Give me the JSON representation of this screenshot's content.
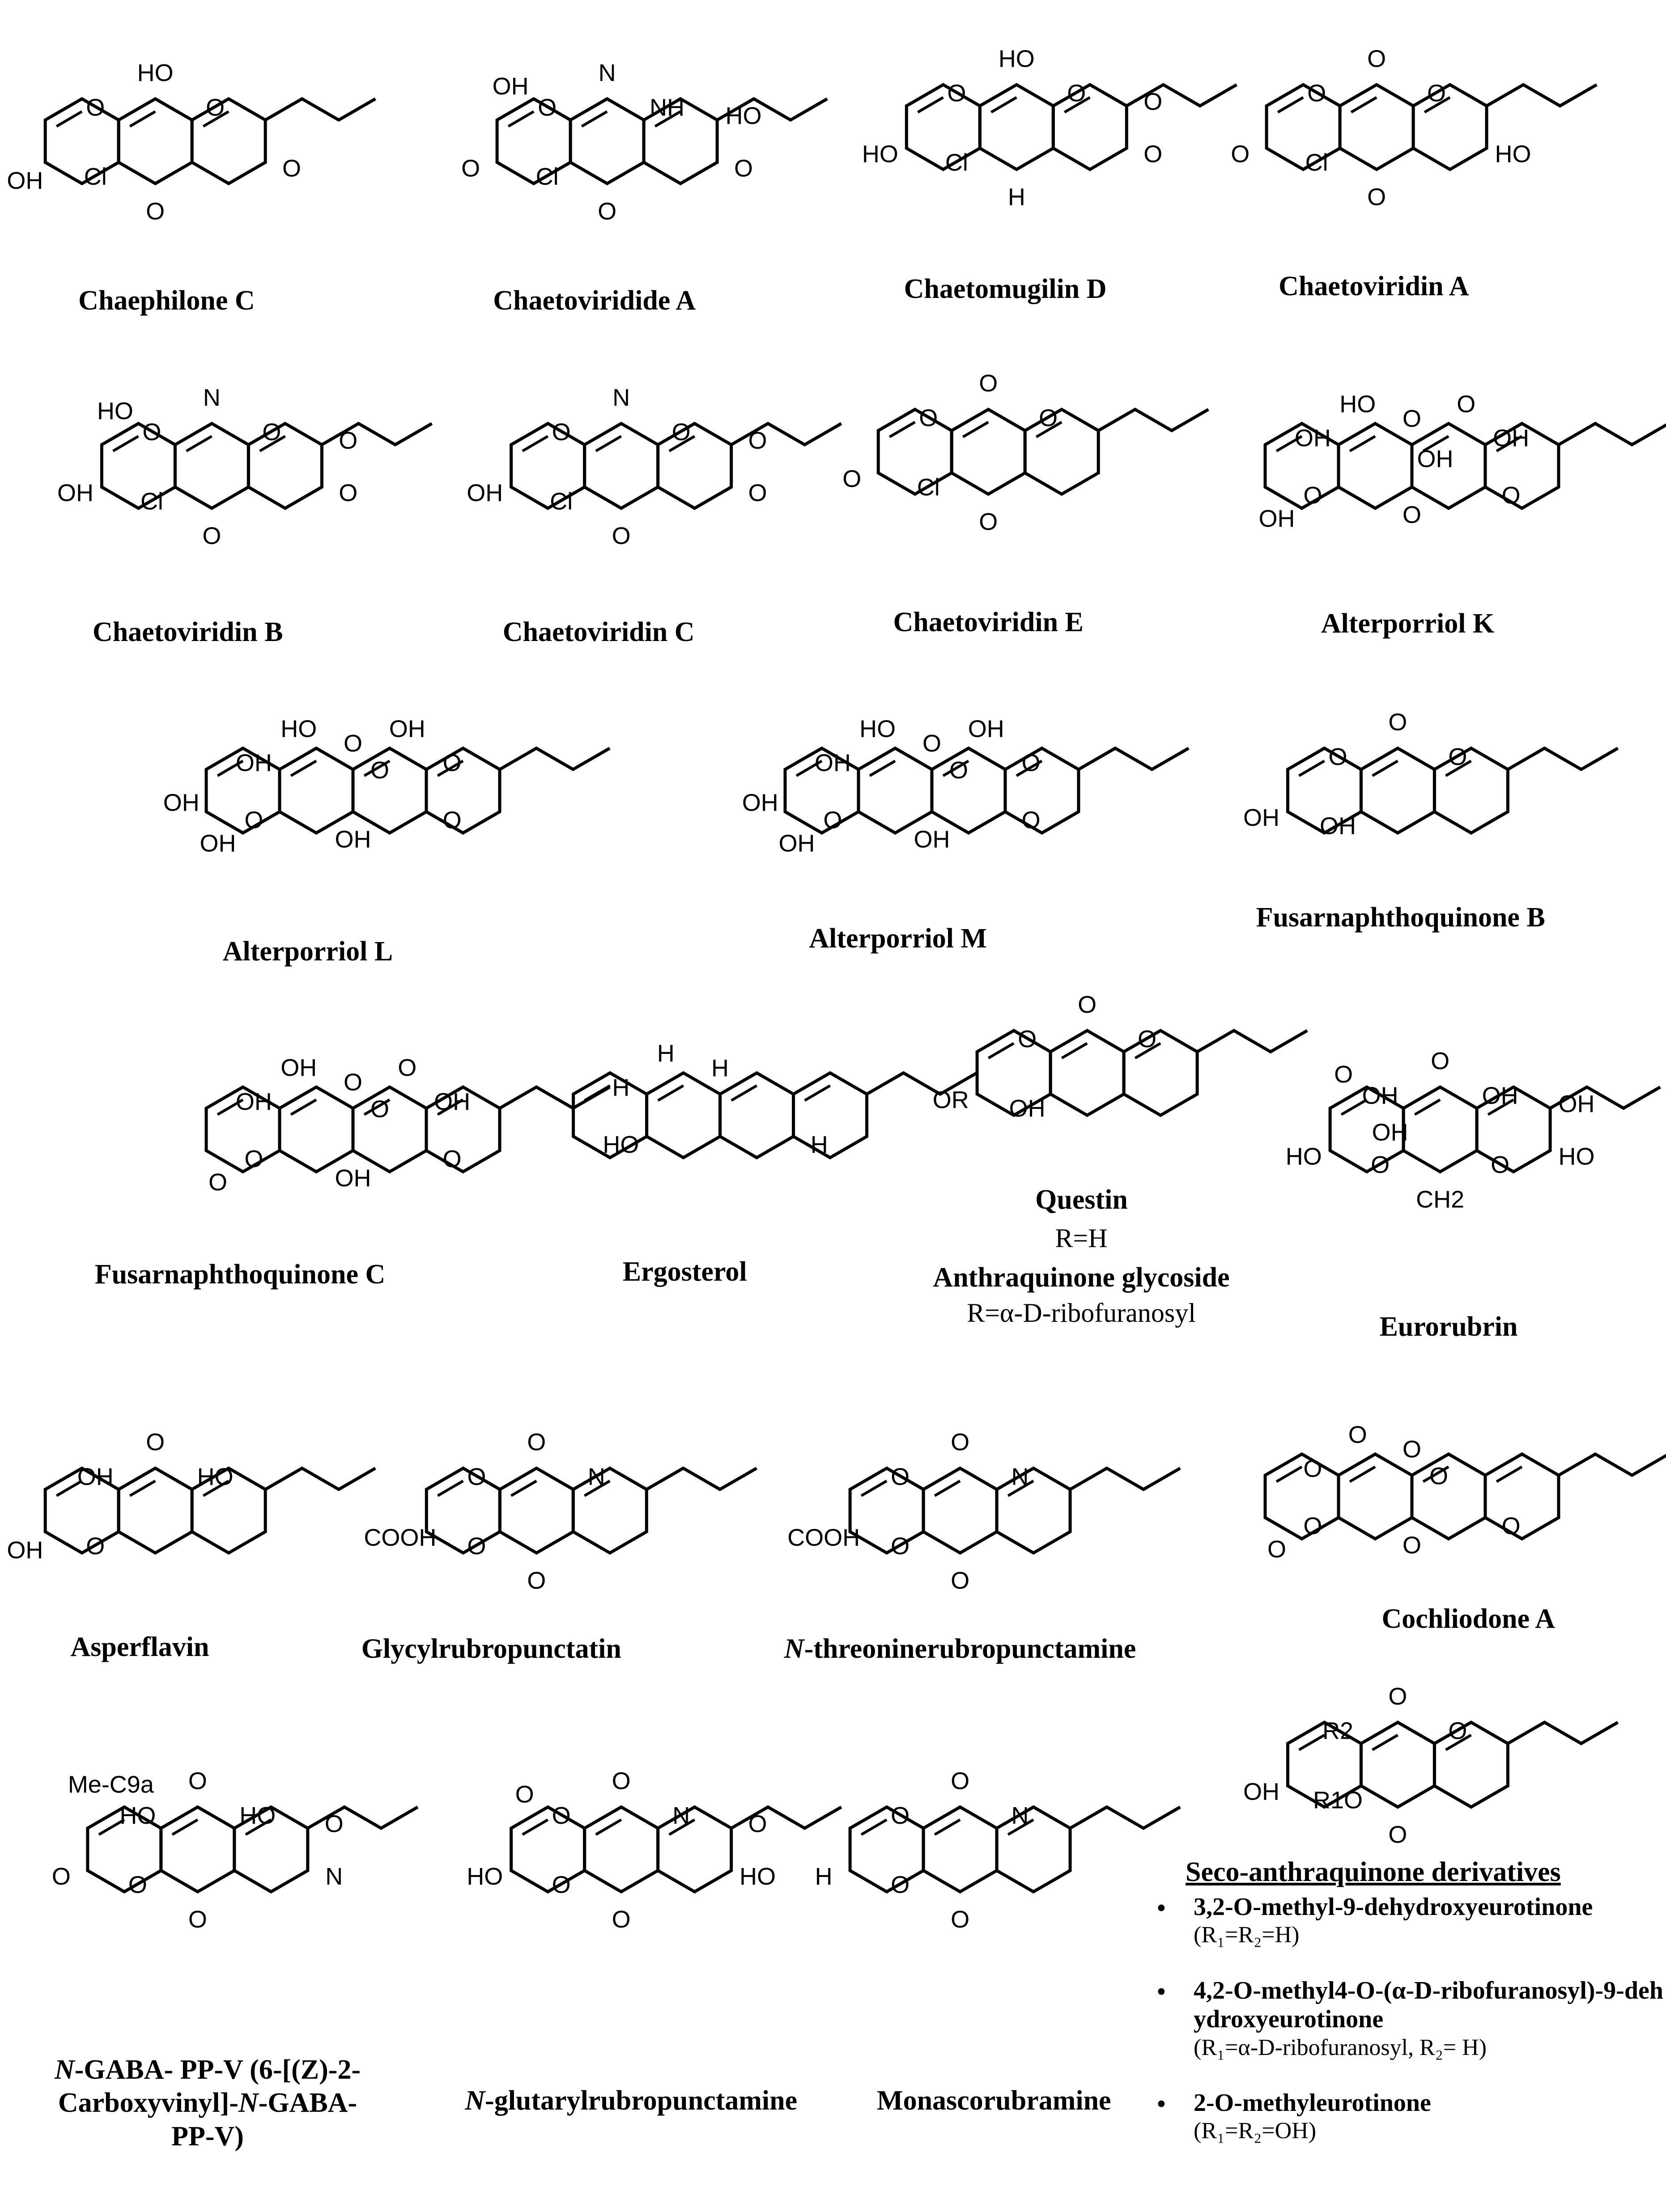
{
  "compounds": [
    {
      "name": "Chaephilone C",
      "atoms": [
        "Cl",
        "O",
        "HO",
        "O",
        "OH",
        "O",
        "O"
      ],
      "rings": 3
    },
    {
      "name": "Chaetoviridide A",
      "atoms": [
        "Cl",
        "O",
        "N",
        "NH",
        "O",
        "O",
        "O",
        "HO",
        "OH"
      ],
      "rings": 3
    },
    {
      "name": "Chaetomugilin D",
      "atoms": [
        "Cl",
        "O",
        "HO",
        "O",
        "HO",
        "H",
        "O",
        "O"
      ],
      "rings": 3
    },
    {
      "name": "Chaetoviridin A",
      "atoms": [
        "Cl",
        "O",
        "O",
        "O",
        "O",
        "O",
        "HO"
      ],
      "rings": 3
    },
    {
      "name": "Chaetoviridin B",
      "atoms": [
        "Cl",
        "O",
        "N",
        "O",
        "OH",
        "O",
        "O",
        "O",
        "HO"
      ],
      "rings": 3
    },
    {
      "name": "Chaetoviridin C",
      "atoms": [
        "Cl",
        "O",
        "N",
        "O",
        "OH",
        "O",
        "O",
        "O"
      ],
      "rings": 3
    },
    {
      "name": "Chaetoviridin E",
      "atoms": [
        "Cl",
        "O",
        "O",
        "O",
        "O",
        "O"
      ],
      "rings": 3
    },
    {
      "name": "Alterporriol K",
      "atoms": [
        "O",
        "OH",
        "HO",
        "O",
        "O",
        "OH",
        "O",
        "OH",
        "O",
        "OH"
      ],
      "rings": 4
    },
    {
      "name": "Alterporriol L",
      "atoms": [
        "O",
        "OH",
        "HO",
        "O",
        "O",
        "OH",
        "OH",
        "O",
        "OH",
        "O",
        "OH"
      ],
      "rings": 4
    },
    {
      "name": "Alterporriol M",
      "atoms": [
        "O",
        "OH",
        "HO",
        "O",
        "O",
        "OH",
        "OH",
        "O",
        "OH",
        "O",
        "OH"
      ],
      "rings": 4
    },
    {
      "name": "Fusarnaphthoquinone B",
      "atoms": [
        "OH",
        "O",
        "O",
        "O",
        "OH"
      ],
      "rings": 3
    },
    {
      "name": "Fusarnaphthoquinone C",
      "atoms": [
        "O",
        "OH",
        "OH",
        "O",
        "O",
        "O",
        "OH",
        "O",
        "O",
        "OH"
      ],
      "rings": 4
    },
    {
      "name": "Ergosterol",
      "atoms": [
        "HO",
        "H",
        "H",
        "H",
        "H"
      ],
      "rings": 4
    },
    {
      "name": "Questin",
      "atoms": [
        "OH",
        "O",
        "O",
        "O",
        "OR"
      ],
      "rings": 3
    },
    {
      "name": "Eurorubrin",
      "atoms": [
        "O",
        "OH",
        "O",
        "OH",
        "HO",
        "CH2",
        "HO",
        "OH",
        "O",
        "OH",
        "O"
      ],
      "rings": 3
    },
    {
      "name": "Asperflavin",
      "atoms": [
        "O",
        "OH",
        "O",
        "HO",
        "OH"
      ],
      "rings": 3
    },
    {
      "name": "Glycylrubropunctatin",
      "atoms": [
        "O",
        "O",
        "O",
        "N",
        "COOH",
        "O"
      ],
      "rings": 3
    },
    {
      "name": "N-threoninerubropunctamine",
      "atoms": [
        "O",
        "O",
        "O",
        "N",
        "COOH",
        "O"
      ],
      "rings": 3
    },
    {
      "name": "Cochliodone A",
      "atoms": [
        "O",
        "O",
        "O",
        "O",
        "O",
        "O",
        "O",
        "O"
      ],
      "rings": 4
    },
    {
      "name": "",
      "atoms": [
        "R1O",
        "R2",
        "O",
        "O",
        "OH",
        "O"
      ],
      "rings": 3
    },
    {
      "name": "",
      "atoms": [
        "O",
        "HO",
        "O",
        "HO",
        "O",
        "O",
        "N",
        "O",
        "Me-C9a"
      ],
      "rings": 3
    },
    {
      "name": "N-glutarylrubropunctamine",
      "atoms": [
        "O",
        "O",
        "O",
        "N",
        "HO",
        "O",
        "HO",
        "O",
        "O"
      ],
      "rings": 3
    },
    {
      "name": "Monascorubramine",
      "atoms": [
        "O",
        "O",
        "O",
        "N",
        "H",
        "O"
      ],
      "rings": 3
    }
  ],
  "questin_r": "R=H",
  "glycoside": {
    "name": "Anthraquinone glycoside",
    "r": "R=α-D-ribofuranosyl"
  },
  "gaba": {
    "italic": "N",
    "line1": "-GABA- PP-V (6-[(Z)-2-",
    "line2a": "Carboxyvinyl]-",
    "italic2": "N",
    "line2b": "-GABA-",
    "line3": "PP-V)"
  },
  "seco": {
    "title": "Seco-anthraquinone derivatives",
    "items": [
      {
        "name": "3,2-O-methyl-9-dehydroxyeurotinone",
        "r": "(R₁=R₂=H)"
      },
      {
        "name": "4,2-O-methyl4-O-(α-D-ribofuranosyl)-9-dehydroxyeurotinone",
        "r": "(R₁=α-D-ribofuranosyl, R₂= H)"
      },
      {
        "name": "2-O-methyleurotinone",
        "r": "(R₁=R₂=OH)"
      }
    ]
  }
}
